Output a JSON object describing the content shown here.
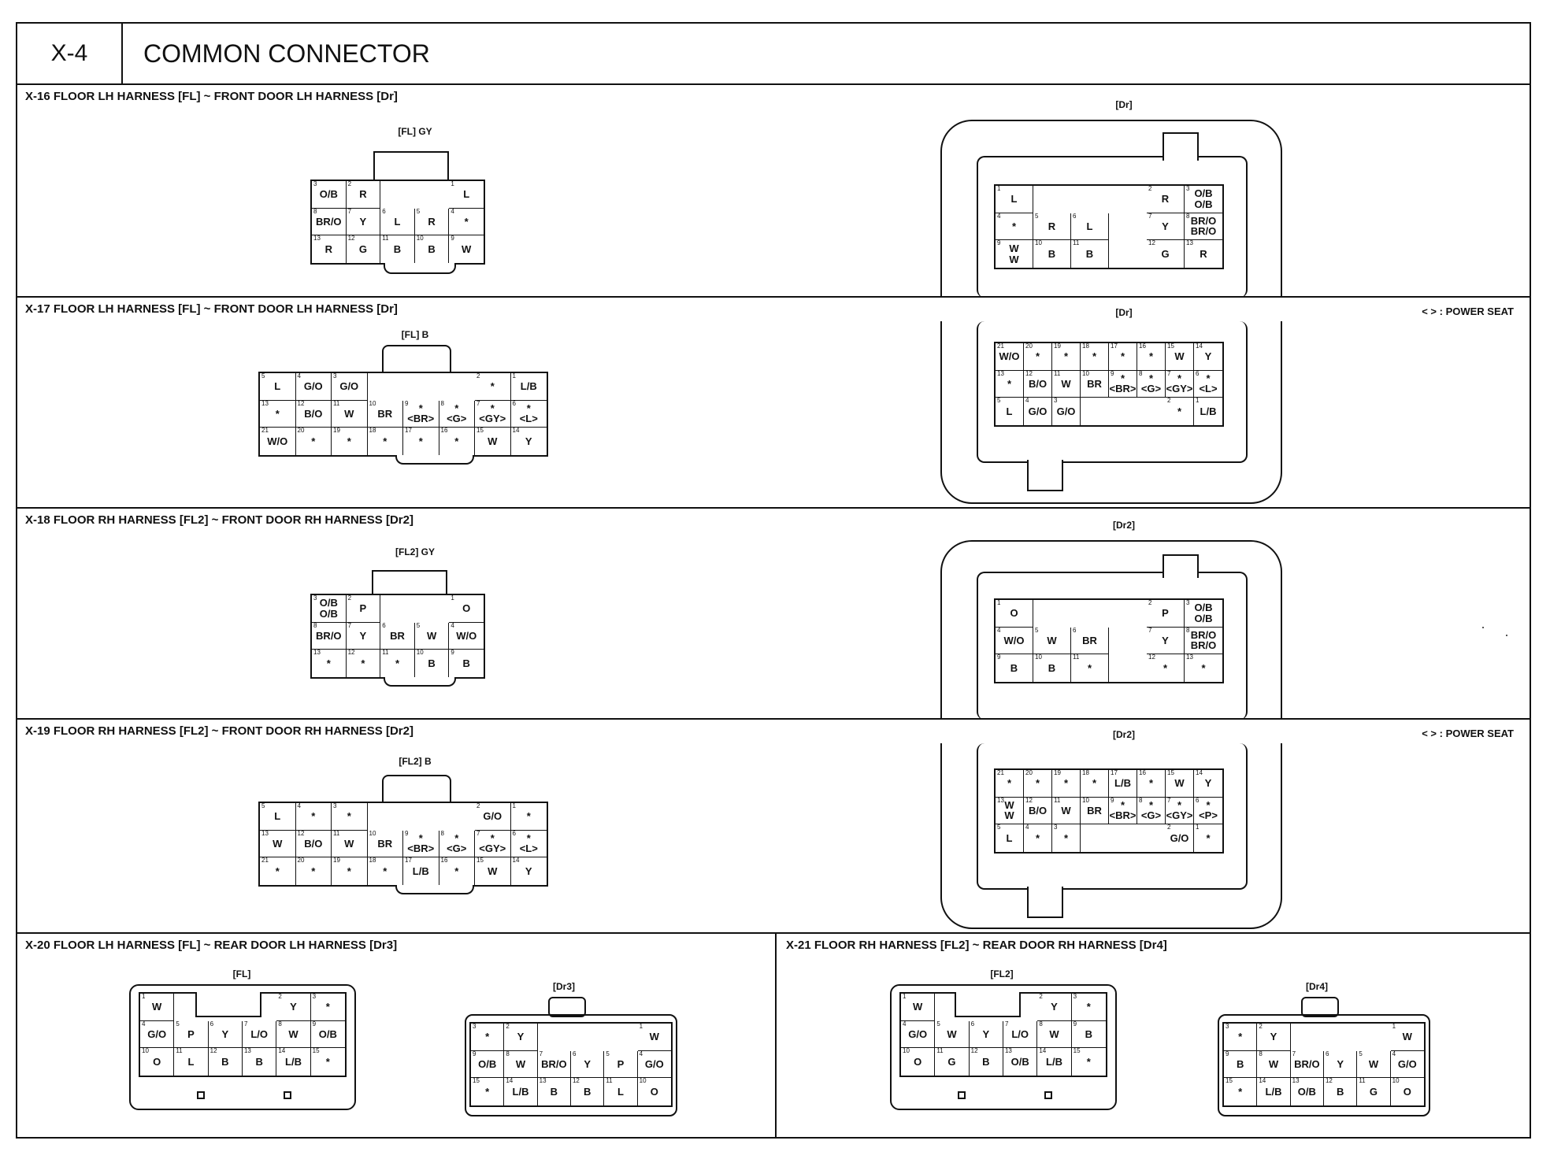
{
  "header": {
    "code": "X-4",
    "title": "COMMON CONNECTOR"
  },
  "power_seat_note": "< > : POWER SEAT",
  "sections": [
    {
      "title": "X-16 FLOOR LH HARNESS [FL] ~ FRONT DOOR LH HARNESS [Dr]",
      "male": {
        "label": "[FL] GY",
        "cols": 5,
        "cells": [
          [
            "3",
            "O/B"
          ],
          [
            "2",
            "R"
          ],
          [
            "",
            ""
          ],
          [
            "",
            ""
          ],
          [
            "1",
            "L"
          ],
          [
            "8",
            "BR/O"
          ],
          [
            "7",
            "Y"
          ],
          [
            "6",
            "L"
          ],
          [
            "5",
            "R"
          ],
          [
            "4",
            "*"
          ],
          [
            "13",
            "R"
          ],
          [
            "12",
            "G"
          ],
          [
            "11",
            "B"
          ],
          [
            "10",
            "B"
          ],
          [
            "9",
            "W"
          ]
        ]
      },
      "female": {
        "label": "[Dr]",
        "cols": 6,
        "cells": [
          [
            "1",
            "L"
          ],
          [
            "",
            ""
          ],
          [
            "",
            ""
          ],
          [
            "",
            ""
          ],
          [
            "2",
            "R"
          ],
          [
            "3",
            "O/B\nO/B"
          ],
          [
            "4",
            "*"
          ],
          [
            "5",
            "R"
          ],
          [
            "6",
            "L"
          ],
          [
            "",
            ""
          ],
          [
            "7",
            "Y"
          ],
          [
            "8",
            "BR/O\nBR/O"
          ],
          [
            "9",
            "W\nW"
          ],
          [
            "10",
            "B"
          ],
          [
            "11",
            "B"
          ],
          [
            "",
            ""
          ],
          [
            "12",
            "G"
          ],
          [
            "13",
            "R"
          ]
        ]
      }
    },
    {
      "title": "X-17 FLOOR LH HARNESS [FL] ~ FRONT DOOR LH HARNESS [Dr]",
      "male": {
        "label": "[FL] B",
        "cols": 8,
        "cells": [
          [
            "5",
            "L"
          ],
          [
            "4",
            "G/O"
          ],
          [
            "3",
            "G/O"
          ],
          [
            "",
            ""
          ],
          [
            "",
            ""
          ],
          [
            "",
            ""
          ],
          [
            "2",
            "*"
          ],
          [
            "1",
            "L/B"
          ],
          [
            "13",
            "*"
          ],
          [
            "12",
            "B/O"
          ],
          [
            "11",
            "W"
          ],
          [
            "10",
            "BR"
          ],
          [
            "9",
            "*\n<BR>"
          ],
          [
            "8",
            "*\n<G>"
          ],
          [
            "7",
            "*\n<GY>"
          ],
          [
            "6",
            "*\n<L>"
          ],
          [
            "21",
            "W/O"
          ],
          [
            "20",
            "*"
          ],
          [
            "19",
            "*"
          ],
          [
            "18",
            "*"
          ],
          [
            "17",
            "*"
          ],
          [
            "16",
            "*"
          ],
          [
            "15",
            "W"
          ],
          [
            "14",
            "Y"
          ]
        ]
      },
      "female": {
        "label": "[Dr]",
        "cols": 8,
        "cells": [
          [
            "21",
            "W/O"
          ],
          [
            "20",
            "*"
          ],
          [
            "19",
            "*"
          ],
          [
            "18",
            "*"
          ],
          [
            "17",
            "*"
          ],
          [
            "16",
            "*"
          ],
          [
            "15",
            "W"
          ],
          [
            "14",
            "Y"
          ],
          [
            "13",
            "*"
          ],
          [
            "12",
            "B/O"
          ],
          [
            "11",
            "W"
          ],
          [
            "10",
            "BR"
          ],
          [
            "9",
            "*\n<BR>"
          ],
          [
            "8",
            "*\n<G>"
          ],
          [
            "7",
            "*\n<GY>"
          ],
          [
            "6",
            "*\n<L>"
          ],
          [
            "5",
            "L"
          ],
          [
            "4",
            "G/O"
          ],
          [
            "3",
            "G/O"
          ],
          [
            "",
            ""
          ],
          [
            "",
            ""
          ],
          [
            "",
            ""
          ],
          [
            "2",
            "*"
          ],
          [
            "1",
            "L/B"
          ]
        ]
      }
    },
    {
      "title": "X-18 FLOOR RH HARNESS [FL2] ~ FRONT DOOR RH HARNESS [Dr2]",
      "male": {
        "label": "[FL2] GY",
        "cols": 5,
        "cells": [
          [
            "3",
            "O/B\nO/B"
          ],
          [
            "2",
            "P"
          ],
          [
            "",
            ""
          ],
          [
            "",
            ""
          ],
          [
            "1",
            "O"
          ],
          [
            "8",
            "BR/O"
          ],
          [
            "7",
            "Y"
          ],
          [
            "6",
            "BR"
          ],
          [
            "5",
            "W"
          ],
          [
            "4",
            "W/O"
          ],
          [
            "13",
            "*"
          ],
          [
            "12",
            "*"
          ],
          [
            "11",
            "*"
          ],
          [
            "10",
            "B"
          ],
          [
            "9",
            "B"
          ]
        ]
      },
      "female": {
        "label": "[Dr2]",
        "cols": 6,
        "cells": [
          [
            "1",
            "O"
          ],
          [
            "",
            ""
          ],
          [
            "",
            ""
          ],
          [
            "",
            ""
          ],
          [
            "2",
            "P"
          ],
          [
            "3",
            "O/B\nO/B"
          ],
          [
            "4",
            "W/O"
          ],
          [
            "5",
            "W"
          ],
          [
            "6",
            "BR"
          ],
          [
            "",
            ""
          ],
          [
            "7",
            "Y"
          ],
          [
            "8",
            "BR/O\nBR/O"
          ],
          [
            "9",
            "B"
          ],
          [
            "10",
            "B"
          ],
          [
            "11",
            "*"
          ],
          [
            "",
            ""
          ],
          [
            "12",
            "*"
          ],
          [
            "13",
            "*"
          ]
        ]
      }
    },
    {
      "title": "X-19 FLOOR RH HARNESS [FL2] ~ FRONT DOOR RH HARNESS [Dr2]",
      "male": {
        "label": "[FL2] B",
        "cols": 8,
        "cells": [
          [
            "5",
            "L"
          ],
          [
            "4",
            "*"
          ],
          [
            "3",
            "*"
          ],
          [
            "",
            ""
          ],
          [
            "",
            ""
          ],
          [
            "",
            ""
          ],
          [
            "2",
            "G/O"
          ],
          [
            "1",
            "*"
          ],
          [
            "13",
            "W"
          ],
          [
            "12",
            "B/O"
          ],
          [
            "11",
            "W"
          ],
          [
            "10",
            "BR"
          ],
          [
            "9",
            "*\n<BR>"
          ],
          [
            "8",
            "*\n<G>"
          ],
          [
            "7",
            "*\n<GY>"
          ],
          [
            "6",
            "*\n<L>"
          ],
          [
            "21",
            "*"
          ],
          [
            "20",
            "*"
          ],
          [
            "19",
            "*"
          ],
          [
            "18",
            "*"
          ],
          [
            "17",
            "L/B"
          ],
          [
            "16",
            "*"
          ],
          [
            "15",
            "W"
          ],
          [
            "14",
            "Y"
          ]
        ]
      },
      "female": {
        "label": "[Dr2]",
        "cols": 8,
        "cells": [
          [
            "21",
            "*"
          ],
          [
            "20",
            "*"
          ],
          [
            "19",
            "*"
          ],
          [
            "18",
            "*"
          ],
          [
            "17",
            "L/B"
          ],
          [
            "16",
            "*"
          ],
          [
            "15",
            "W"
          ],
          [
            "14",
            "Y"
          ],
          [
            "13",
            "W\nW"
          ],
          [
            "12",
            "B/O"
          ],
          [
            "11",
            "W"
          ],
          [
            "10",
            "BR"
          ],
          [
            "9",
            "*\n<BR>"
          ],
          [
            "8",
            "*\n<G>"
          ],
          [
            "7",
            "*\n<GY>"
          ],
          [
            "6",
            "*\n<P>"
          ],
          [
            "5",
            "L"
          ],
          [
            "4",
            "*"
          ],
          [
            "3",
            "*"
          ],
          [
            "",
            ""
          ],
          [
            "",
            ""
          ],
          [
            "",
            ""
          ],
          [
            "2",
            "G/O"
          ],
          [
            "1",
            "*"
          ]
        ]
      }
    }
  ],
  "bottom_left": {
    "title": "X-20 FLOOR LH HARNESS [FL] ~ REAR DOOR LH HARNESS [Dr3]",
    "male": {
      "label": "[FL]",
      "cols": 6,
      "cells": [
        [
          "1",
          "W"
        ],
        [
          "",
          ""
        ],
        [
          "",
          ""
        ],
        [
          "",
          ""
        ],
        [
          "2",
          "Y"
        ],
        [
          "3",
          "*"
        ],
        [
          "4",
          "G/O"
        ],
        [
          "5",
          "P"
        ],
        [
          "6",
          "Y"
        ],
        [
          "7",
          "L/O"
        ],
        [
          "8",
          "W"
        ],
        [
          "9",
          "O/B"
        ],
        [
          "10",
          "O"
        ],
        [
          "11",
          "L"
        ],
        [
          "12",
          "B"
        ],
        [
          "13",
          "B"
        ],
        [
          "14",
          "L/B"
        ],
        [
          "15",
          "*"
        ]
      ]
    },
    "female": {
      "label": "[Dr3]",
      "cols": 6,
      "cells": [
        [
          "3",
          "*"
        ],
        [
          "2",
          "Y"
        ],
        [
          "",
          ""
        ],
        [
          "",
          ""
        ],
        [
          "",
          ""
        ],
        [
          "1",
          "W"
        ],
        [
          "9",
          "O/B"
        ],
        [
          "8",
          "W"
        ],
        [
          "7",
          "BR/O"
        ],
        [
          "6",
          "Y"
        ],
        [
          "5",
          "P"
        ],
        [
          "4",
          "G/O"
        ],
        [
          "15",
          "*"
        ],
        [
          "14",
          "L/B"
        ],
        [
          "13",
          "B"
        ],
        [
          "12",
          "B"
        ],
        [
          "11",
          "L"
        ],
        [
          "10",
          "O"
        ]
      ]
    }
  },
  "bottom_right": {
    "title": "X-21 FLOOR RH HARNESS [FL2] ~ REAR DOOR RH HARNESS [Dr4]",
    "male": {
      "label": "[FL2]",
      "cols": 6,
      "cells": [
        [
          "1",
          "W"
        ],
        [
          "",
          ""
        ],
        [
          "",
          ""
        ],
        [
          "",
          ""
        ],
        [
          "2",
          "Y"
        ],
        [
          "3",
          "*"
        ],
        [
          "4",
          "G/O"
        ],
        [
          "5",
          "W"
        ],
        [
          "6",
          "Y"
        ],
        [
          "7",
          "L/O"
        ],
        [
          "8",
          "W"
        ],
        [
          "9",
          "B"
        ],
        [
          "10",
          "O"
        ],
        [
          "11",
          "G"
        ],
        [
          "12",
          "B"
        ],
        [
          "13",
          "O/B"
        ],
        [
          "14",
          "L/B"
        ],
        [
          "15",
          "*"
        ]
      ]
    },
    "female": {
      "label": "[Dr4]",
      "cols": 6,
      "cells": [
        [
          "3",
          "*"
        ],
        [
          "2",
          "Y"
        ],
        [
          "",
          ""
        ],
        [
          "",
          ""
        ],
        [
          "",
          ""
        ],
        [
          "1",
          "W"
        ],
        [
          "9",
          "B"
        ],
        [
          "8",
          "W"
        ],
        [
          "7",
          "BR/O"
        ],
        [
          "6",
          "Y"
        ],
        [
          "5",
          "W"
        ],
        [
          "4",
          "G/O"
        ],
        [
          "15",
          "*"
        ],
        [
          "14",
          "L/B"
        ],
        [
          "13",
          "O/B"
        ],
        [
          "12",
          "B"
        ],
        [
          "11",
          "G"
        ],
        [
          "10",
          "O"
        ]
      ]
    }
  }
}
